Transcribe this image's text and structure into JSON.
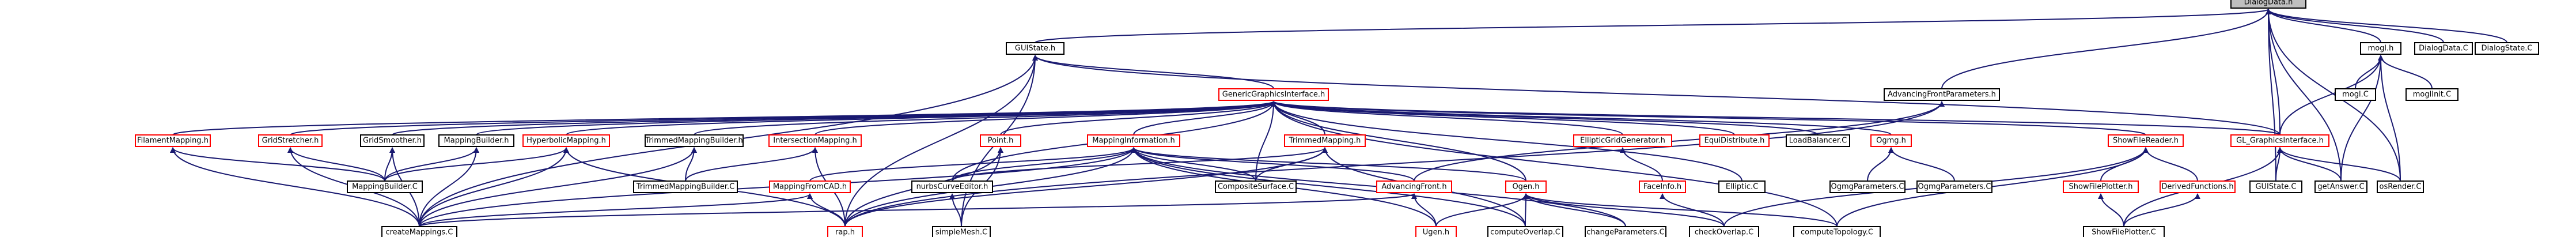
{
  "graph": {
    "colors": {
      "background": "#ffffff",
      "root_fill": "#bfbfbf",
      "node_fill": "#ffffff",
      "documented_border": "#000000",
      "undocumented_border": "#ff0000",
      "edge": "#191970",
      "text": "#000000"
    },
    "nodes": [
      {
        "id": "dialogdata_h",
        "label": "DialogData.h",
        "kind": "root"
      },
      {
        "id": "guistate_h",
        "label": "GUIState.h",
        "kind": "documented"
      },
      {
        "id": "mogl_h",
        "label": "mogl.h",
        "kind": "documented"
      },
      {
        "id": "dialogdata_c",
        "label": "DialogData.C",
        "kind": "documented"
      },
      {
        "id": "dialogstate_c",
        "label": "DialogState.C",
        "kind": "documented"
      },
      {
        "id": "genericgraphicsinterface_h",
        "label": "GenericGraphicsInterface.h",
        "kind": "undocumented"
      },
      {
        "id": "advancingfrontparameters_h",
        "label": "AdvancingFrontParameters.h",
        "kind": "documented"
      },
      {
        "id": "mogl_c",
        "label": "mogl.C",
        "kind": "documented"
      },
      {
        "id": "moglinit_c",
        "label": "moglInit.C",
        "kind": "documented"
      },
      {
        "id": "filamentmapping_h",
        "label": "FilamentMapping.h",
        "kind": "undocumented"
      },
      {
        "id": "gridstretcher_h",
        "label": "GridStretcher.h",
        "kind": "undocumented"
      },
      {
        "id": "gridsmoother_h",
        "label": "GridSmoother.h",
        "kind": "documented"
      },
      {
        "id": "mappingbuilder_h",
        "label": "MappingBuilder.h",
        "kind": "documented"
      },
      {
        "id": "hyperbolicmapping_h",
        "label": "HyperbolicMapping.h",
        "kind": "undocumented"
      },
      {
        "id": "trimmedmappingbuilder_h",
        "label": "TrimmedMappingBuilder.h",
        "kind": "documented"
      },
      {
        "id": "intersectionmapping_h",
        "label": "IntersectionMapping.h",
        "kind": "undocumented"
      },
      {
        "id": "point_h",
        "label": "Point.h",
        "kind": "undocumented"
      },
      {
        "id": "mappinginformation_h",
        "label": "MappingInformation.h",
        "kind": "undocumented"
      },
      {
        "id": "trimmedmapping_h",
        "label": "TrimmedMapping.h",
        "kind": "undocumented"
      },
      {
        "id": "ellipticgridgenerator_h",
        "label": "EllipticGridGenerator.h",
        "kind": "undocumented"
      },
      {
        "id": "equidistribute_h",
        "label": "EquiDistribute.h",
        "kind": "undocumented"
      },
      {
        "id": "loadbalancer_c",
        "label": "LoadBalancer.C",
        "kind": "documented"
      },
      {
        "id": "ogmg_h",
        "label": "Ogmg.h",
        "kind": "undocumented"
      },
      {
        "id": "showfilereader_h",
        "label": "ShowFileReader.h",
        "kind": "undocumented"
      },
      {
        "id": "gl_graphicsinterface_h",
        "label": "GL_GraphicsInterface.h",
        "kind": "undocumented"
      },
      {
        "id": "mappingbuilder_c",
        "label": "MappingBuilder.C",
        "kind": "documented"
      },
      {
        "id": "trimmedmappingbuilder_c",
        "label": "TrimmedMappingBuilder.C",
        "kind": "documented"
      },
      {
        "id": "mappingfromcad_h",
        "label": "MappingFromCAD.h",
        "kind": "undocumented"
      },
      {
        "id": "nurbscurveeditor_h",
        "label": "nurbsCurveEditor.h",
        "kind": "documented"
      },
      {
        "id": "compositesurface_c",
        "label": "CompositeSurface.C",
        "kind": "documented"
      },
      {
        "id": "advancingfront_h",
        "label": "AdvancingFront.h",
        "kind": "undocumented"
      },
      {
        "id": "ogen_h",
        "label": "Ogen.h",
        "kind": "undocumented"
      },
      {
        "id": "faceinfo_h",
        "label": "FaceInfo.h",
        "kind": "undocumented"
      },
      {
        "id": "elliptic_c",
        "label": "Elliptic.C",
        "kind": "documented"
      },
      {
        "id": "ogmgparameters_c_1",
        "label": "OgmgParameters.C",
        "kind": "documented"
      },
      {
        "id": "ogmgparameters_c_2",
        "label": "OgmgParameters.C",
        "kind": "documented"
      },
      {
        "id": "showfileplotter_h",
        "label": "ShowFilePlotter.h",
        "kind": "undocumented"
      },
      {
        "id": "derivedfunctions_h",
        "label": "DerivedFunctions.h",
        "kind": "undocumented"
      },
      {
        "id": "guistate_c",
        "label": "GUIState.C",
        "kind": "documented"
      },
      {
        "id": "getanswer_c",
        "label": "getAnswer.C",
        "kind": "documented"
      },
      {
        "id": "osrender_c",
        "label": "osRender.C",
        "kind": "documented"
      },
      {
        "id": "createmappings_c",
        "label": "createMappings.C",
        "kind": "documented"
      },
      {
        "id": "rap_h",
        "label": "rap.h",
        "kind": "undocumented"
      },
      {
        "id": "simplemesh_c",
        "label": "simpleMesh.C",
        "kind": "documented"
      },
      {
        "id": "ugen_h",
        "label": "Ugen.h",
        "kind": "undocumented"
      },
      {
        "id": "computeoverlap_c",
        "label": "computeOverlap.C",
        "kind": "documented"
      },
      {
        "id": "changeparameters_c",
        "label": "changeParameters.C",
        "kind": "documented"
      },
      {
        "id": "checkoverlap_c",
        "label": "checkOverlap.C",
        "kind": "documented"
      },
      {
        "id": "computetopology_c",
        "label": "computeTopology.C",
        "kind": "documented"
      },
      {
        "id": "showfileplotter_c",
        "label": "ShowFilePlotter.C",
        "kind": "documented"
      }
    ],
    "edges": [
      [
        "guistate_h",
        "dialogdata_h"
      ],
      [
        "mogl_h",
        "dialogdata_h"
      ],
      [
        "dialogdata_c",
        "dialogdata_h"
      ],
      [
        "dialogstate_c",
        "dialogdata_h"
      ],
      [
        "advancingfrontparameters_h",
        "dialogdata_h"
      ],
      [
        "mogl_c",
        "mogl_h"
      ],
      [
        "moglinit_c",
        "mogl_h"
      ],
      [
        "getanswer_c",
        "mogl_h"
      ],
      [
        "osrender_c",
        "mogl_h"
      ],
      [
        "gl_graphicsinterface_h",
        "mogl_h"
      ],
      [
        "guistate_c",
        "dialogdata_h"
      ],
      [
        "getanswer_c",
        "dialogdata_h"
      ],
      [
        "osrender_c",
        "dialogdata_h"
      ],
      [
        "gl_graphicsinterface_h",
        "dialogdata_h"
      ],
      [
        "genericgraphicsinterface_h",
        "guistate_h"
      ],
      [
        "gl_graphicsinterface_h",
        "guistate_h"
      ],
      [
        "createmappings_c",
        "guistate_h"
      ],
      [
        "rap_h",
        "guistate_h"
      ],
      [
        "simplemesh_c",
        "guistate_h"
      ],
      [
        "filamentmapping_h",
        "genericgraphicsinterface_h"
      ],
      [
        "gridstretcher_h",
        "genericgraphicsinterface_h"
      ],
      [
        "gridsmoother_h",
        "genericgraphicsinterface_h"
      ],
      [
        "mappingbuilder_h",
        "genericgraphicsinterface_h"
      ],
      [
        "hyperbolicmapping_h",
        "genericgraphicsinterface_h"
      ],
      [
        "trimmedmappingbuilder_h",
        "genericgraphicsinterface_h"
      ],
      [
        "intersectionmapping_h",
        "genericgraphicsinterface_h"
      ],
      [
        "point_h",
        "genericgraphicsinterface_h"
      ],
      [
        "mappinginformation_h",
        "genericgraphicsinterface_h"
      ],
      [
        "trimmedmapping_h",
        "genericgraphicsinterface_h"
      ],
      [
        "ellipticgridgenerator_h",
        "genericgraphicsinterface_h"
      ],
      [
        "equidistribute_h",
        "genericgraphicsinterface_h"
      ],
      [
        "loadbalancer_c",
        "genericgraphicsinterface_h"
      ],
      [
        "ogmg_h",
        "genericgraphicsinterface_h"
      ],
      [
        "showfilereader_h",
        "genericgraphicsinterface_h"
      ],
      [
        "gl_graphicsinterface_h",
        "genericgraphicsinterface_h"
      ],
      [
        "compositesurface_c",
        "genericgraphicsinterface_h"
      ],
      [
        "nurbscurveeditor_h",
        "genericgraphicsinterface_h"
      ],
      [
        "elliptic_c",
        "genericgraphicsinterface_h"
      ],
      [
        "ogen_h",
        "genericgraphicsinterface_h"
      ],
      [
        "computetopology_c",
        "genericgraphicsinterface_h"
      ],
      [
        "advancingfront_h",
        "advancingfrontparameters_h"
      ],
      [
        "rap_h",
        "advancingfrontparameters_h"
      ],
      [
        "mappingbuilder_c",
        "filamentmapping_h"
      ],
      [
        "mappingbuilder_c",
        "gridstretcher_h"
      ],
      [
        "mappingbuilder_c",
        "gridsmoother_h"
      ],
      [
        "mappingbuilder_c",
        "mappingbuilder_h"
      ],
      [
        "mappingbuilder_c",
        "hyperbolicmapping_h"
      ],
      [
        "trimmedmappingbuilder_c",
        "trimmedmappingbuilder_h"
      ],
      [
        "trimmedmappingbuilder_c",
        "intersectionmapping_h"
      ],
      [
        "createmappings_c",
        "filamentmapping_h"
      ],
      [
        "createmappings_c",
        "gridstretcher_h"
      ],
      [
        "createmappings_c",
        "mappingbuilder_h"
      ],
      [
        "createmappings_c",
        "hyperbolicmapping_h"
      ],
      [
        "createmappings_c",
        "mappinginformation_h"
      ],
      [
        "rap_h",
        "intersectionmapping_h"
      ],
      [
        "rap_h",
        "point_h"
      ],
      [
        "rap_h",
        "mappinginformation_h"
      ],
      [
        "rap_h",
        "trimmedmapping_h"
      ],
      [
        "mappingfromcad_h",
        "mappinginformation_h"
      ],
      [
        "nurbscurveeditor_h",
        "mappinginformation_h"
      ],
      [
        "nurbscurveeditor_h",
        "trimmedmapping_h"
      ],
      [
        "compositesurface_c",
        "mappinginformation_h"
      ],
      [
        "compositesurface_c",
        "trimmedmapping_h"
      ],
      [
        "simplemesh_c",
        "nurbscurveeditor_h"
      ],
      [
        "simplemesh_c",
        "point_h"
      ],
      [
        "rap_h",
        "mappingfromcad_h"
      ],
      [
        "createmappings_c",
        "mappingfromcad_h"
      ],
      [
        "advancingfront_h",
        "mappinginformation_h"
      ],
      [
        "ugen_h",
        "advancingfront_h"
      ],
      [
        "createmappings_c",
        "advancingfront_h"
      ],
      [
        "ugen_h",
        "mappinginformation_h"
      ],
      [
        "ogen_h",
        "mappinginformation_h"
      ],
      [
        "computeoverlap_c",
        "ogen_h"
      ],
      [
        "changeparameters_c",
        "ogen_h"
      ],
      [
        "checkoverlap_c",
        "ogen_h"
      ],
      [
        "computetopology_c",
        "ogen_h"
      ],
      [
        "ugen_h",
        "ogen_h"
      ],
      [
        "computeoverlap_c",
        "mappinginformation_h"
      ],
      [
        "checkoverlap_c",
        "faceinfo_h"
      ],
      [
        "faceinfo_h",
        "ellipticgridgenerator_h"
      ],
      [
        "ogmgparameters_c_1",
        "ogmg_h"
      ],
      [
        "ogmgparameters_c_2",
        "ogmg_h"
      ],
      [
        "showfileplotter_h",
        "showfilereader_h"
      ],
      [
        "derivedfunctions_h",
        "showfilereader_h"
      ],
      [
        "showfileplotter_c",
        "showfileplotter_h"
      ],
      [
        "showfileplotter_c",
        "derivedfunctions_h"
      ],
      [
        "guistate_c",
        "gl_graphicsinterface_h"
      ],
      [
        "getanswer_c",
        "gl_graphicsinterface_h"
      ],
      [
        "osrender_c",
        "gl_graphicsinterface_h"
      ],
      [
        "showfileplotter_c",
        "gl_graphicsinterface_h"
      ],
      [
        "computetopology_c",
        "showfilereader_h"
      ],
      [
        "checkoverlap_c",
        "showfilereader_h"
      ],
      [
        "createmappings_c",
        "gridsmoother_h"
      ],
      [
        "createmappings_c",
        "trimmedmappingbuilder_h"
      ],
      [
        "rap_h",
        "hyperbolicmapping_h"
      ],
      [
        "computeoverlap_c",
        "trimmedmapping_h"
      ],
      [
        "changeparameters_c",
        "mappinginformation_h"
      ]
    ]
  }
}
